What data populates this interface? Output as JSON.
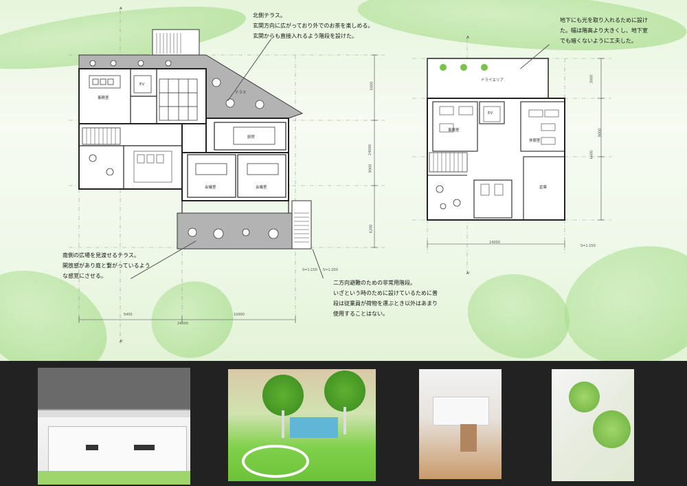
{
  "notes": {
    "north_terrace": [
      "北側テラス。",
      "玄関方向に広がっており外でのお茶を楽しめる。",
      "玄関からも直接入れるよう階段を設けた。"
    ],
    "basement_light": [
      "地下にも光を取り入れるために設け",
      "た。幅は階高より大きくし、地下室",
      "でも暗くないように工夫した。"
    ],
    "south_terrace": [
      "南側の広場を見渡せるテラス。",
      "開放感があり庭と繋がっているよう",
      "な感覚にさせる。"
    ],
    "emergency_stair": [
      "二方向避難のための非常用階段。",
      "いざという時のために設けているために普",
      "段は従業員が荷物を運ぶとき以外はあまり",
      "使用することはない。"
    ]
  },
  "plan1_labels": {
    "kitchen": "厨房",
    "ev": "EV",
    "terrace_n": "テラス",
    "office": "事務室",
    "meeting_a": "会議室",
    "meeting_b": "会議室",
    "section_a_top": "A",
    "section_a_bottom": "A'"
  },
  "plan1_dims": {
    "right_top": "5000",
    "right_mid": "24000",
    "right_inner": "9000",
    "right_bottom": "4200",
    "bottom_left": "5400",
    "bottom_right": "10000",
    "bottom_total": "24000",
    "scale_note": "S=1:150",
    "scale_note2": "S=1:200"
  },
  "plan2_labels": {
    "light_well": "ドライエリア",
    "office": "事務室",
    "ev": "EV",
    "staff": "休憩室",
    "storage": "倉庫",
    "section_a_top": "A",
    "section_a_bottom": "A'"
  },
  "plan2_dims": {
    "right_top": "3000",
    "right_mid": "9000",
    "right_inner": "6600",
    "bottom": "14000",
    "scale_note": "S=1:150"
  },
  "photos": [
    {
      "name": "model-terrace-photo",
      "tone": "#ddd"
    },
    {
      "name": "model-trees-photo",
      "tone": "#7fd04a"
    },
    {
      "name": "model-interior-photo",
      "tone": "#e8d8c8"
    },
    {
      "name": "model-lightwell-photo",
      "tone": "#cfe9b0"
    }
  ]
}
